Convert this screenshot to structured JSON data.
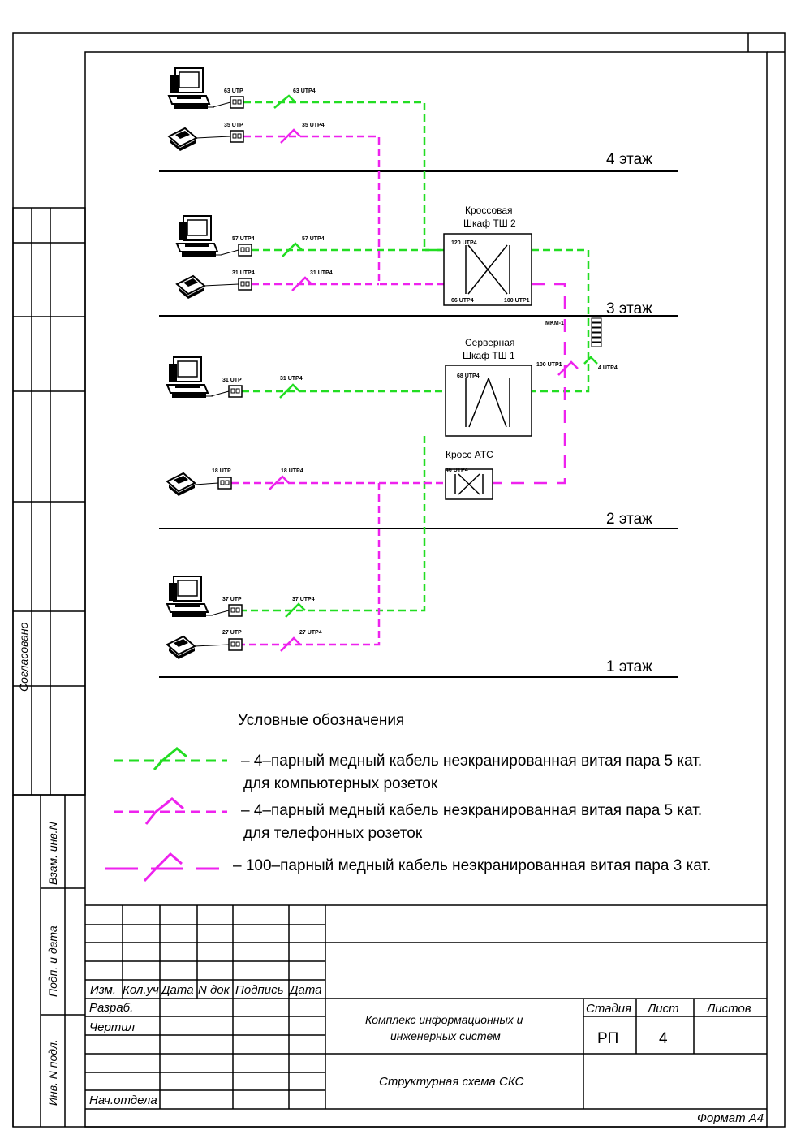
{
  "floors": {
    "f4": "4 этаж",
    "f3": "3 этаж",
    "f2": "2 этаж",
    "f1": "1 этаж"
  },
  "nodes": {
    "ts2_line1": "Кроссовая",
    "ts2_line2": "Шкаф ТШ 2",
    "ts1_line1": "Серверная",
    "ts1_line2": "Шкаф ТШ 1",
    "ats": "Кросс АТС"
  },
  "cable_labels": {
    "f4_pc_outlet": "63 UTP",
    "f4_pc_cable": "63 UTP4",
    "f4_ph_outlet": "35 UTP",
    "f4_ph_cable": "35 UTP4",
    "f3_pc_outlet": "57 UTP4",
    "f3_pc_cable": "57 UTP4",
    "f3_ph_outlet": "31 UTP4",
    "f3_ph_cable": "31 UTP4",
    "ts2_top": "120 UTP4",
    "ts2_bl": "66 UTP4",
    "ts2_br": "100 UTP1",
    "mkm": "MKM-1",
    "riser_100": "100 UTP1",
    "riser_4": "4 UTP4",
    "f2_pc_outlet": "31 UTP",
    "f2_pc_cable": "31 UTP4",
    "ts1_top": "68 UTP4",
    "f2_ph_outlet": "18 UTP",
    "f2_ph_cable": "18 UTP4",
    "ats_in": "46 UTP4",
    "f1_pc_outlet": "37 UTP",
    "f1_pc_cable": "37 UTP4",
    "f1_ph_outlet": "27 UTP",
    "f1_ph_cable": "27 UTP4"
  },
  "legend": {
    "title": "Условные обозначения",
    "item1_line1": "– 4–парный медный кабель неэкранированная витая пара 5 кат.",
    "item1_line2": "для компьютерных розеток",
    "item2_line1": "– 4–парный медный кабель неэкранированная витая пара 5 кат.",
    "item2_line2": "для телефонных розеток",
    "item3_line1": "– 100–парный медный кабель неэкранированная витая пара 3 кат."
  },
  "side_stamp": {
    "agreed": "Согласовано",
    "replaced_inv": "Взам. инв.N",
    "sign_date": "Подп. и дата",
    "inv_orig": "Инв. N подл."
  },
  "title_block": {
    "col_izm": "Изм.",
    "col_kol": "Кол.уч",
    "col_data1": "Дата",
    "col_ndok": "N док",
    "col_podpis": "Подпись",
    "col_data2": "Дата",
    "razrab": "Разраб.",
    "chertil": "Чертил",
    "nach": "Нач.отдела",
    "project": "Комплекс информационных и инженерных систем",
    "project_l1": "Комплекс информационных и",
    "project_l2": "инженерных систем",
    "sheet_title": "Структурная схема СКС",
    "stage_h": "Стадия",
    "sheet_h": "Лист",
    "sheets_h": "Листов",
    "stage": "РП",
    "sheet": "4",
    "format": "Формат А4"
  },
  "colors": {
    "green": "#22dd22",
    "magenta": "#ee22ee"
  }
}
